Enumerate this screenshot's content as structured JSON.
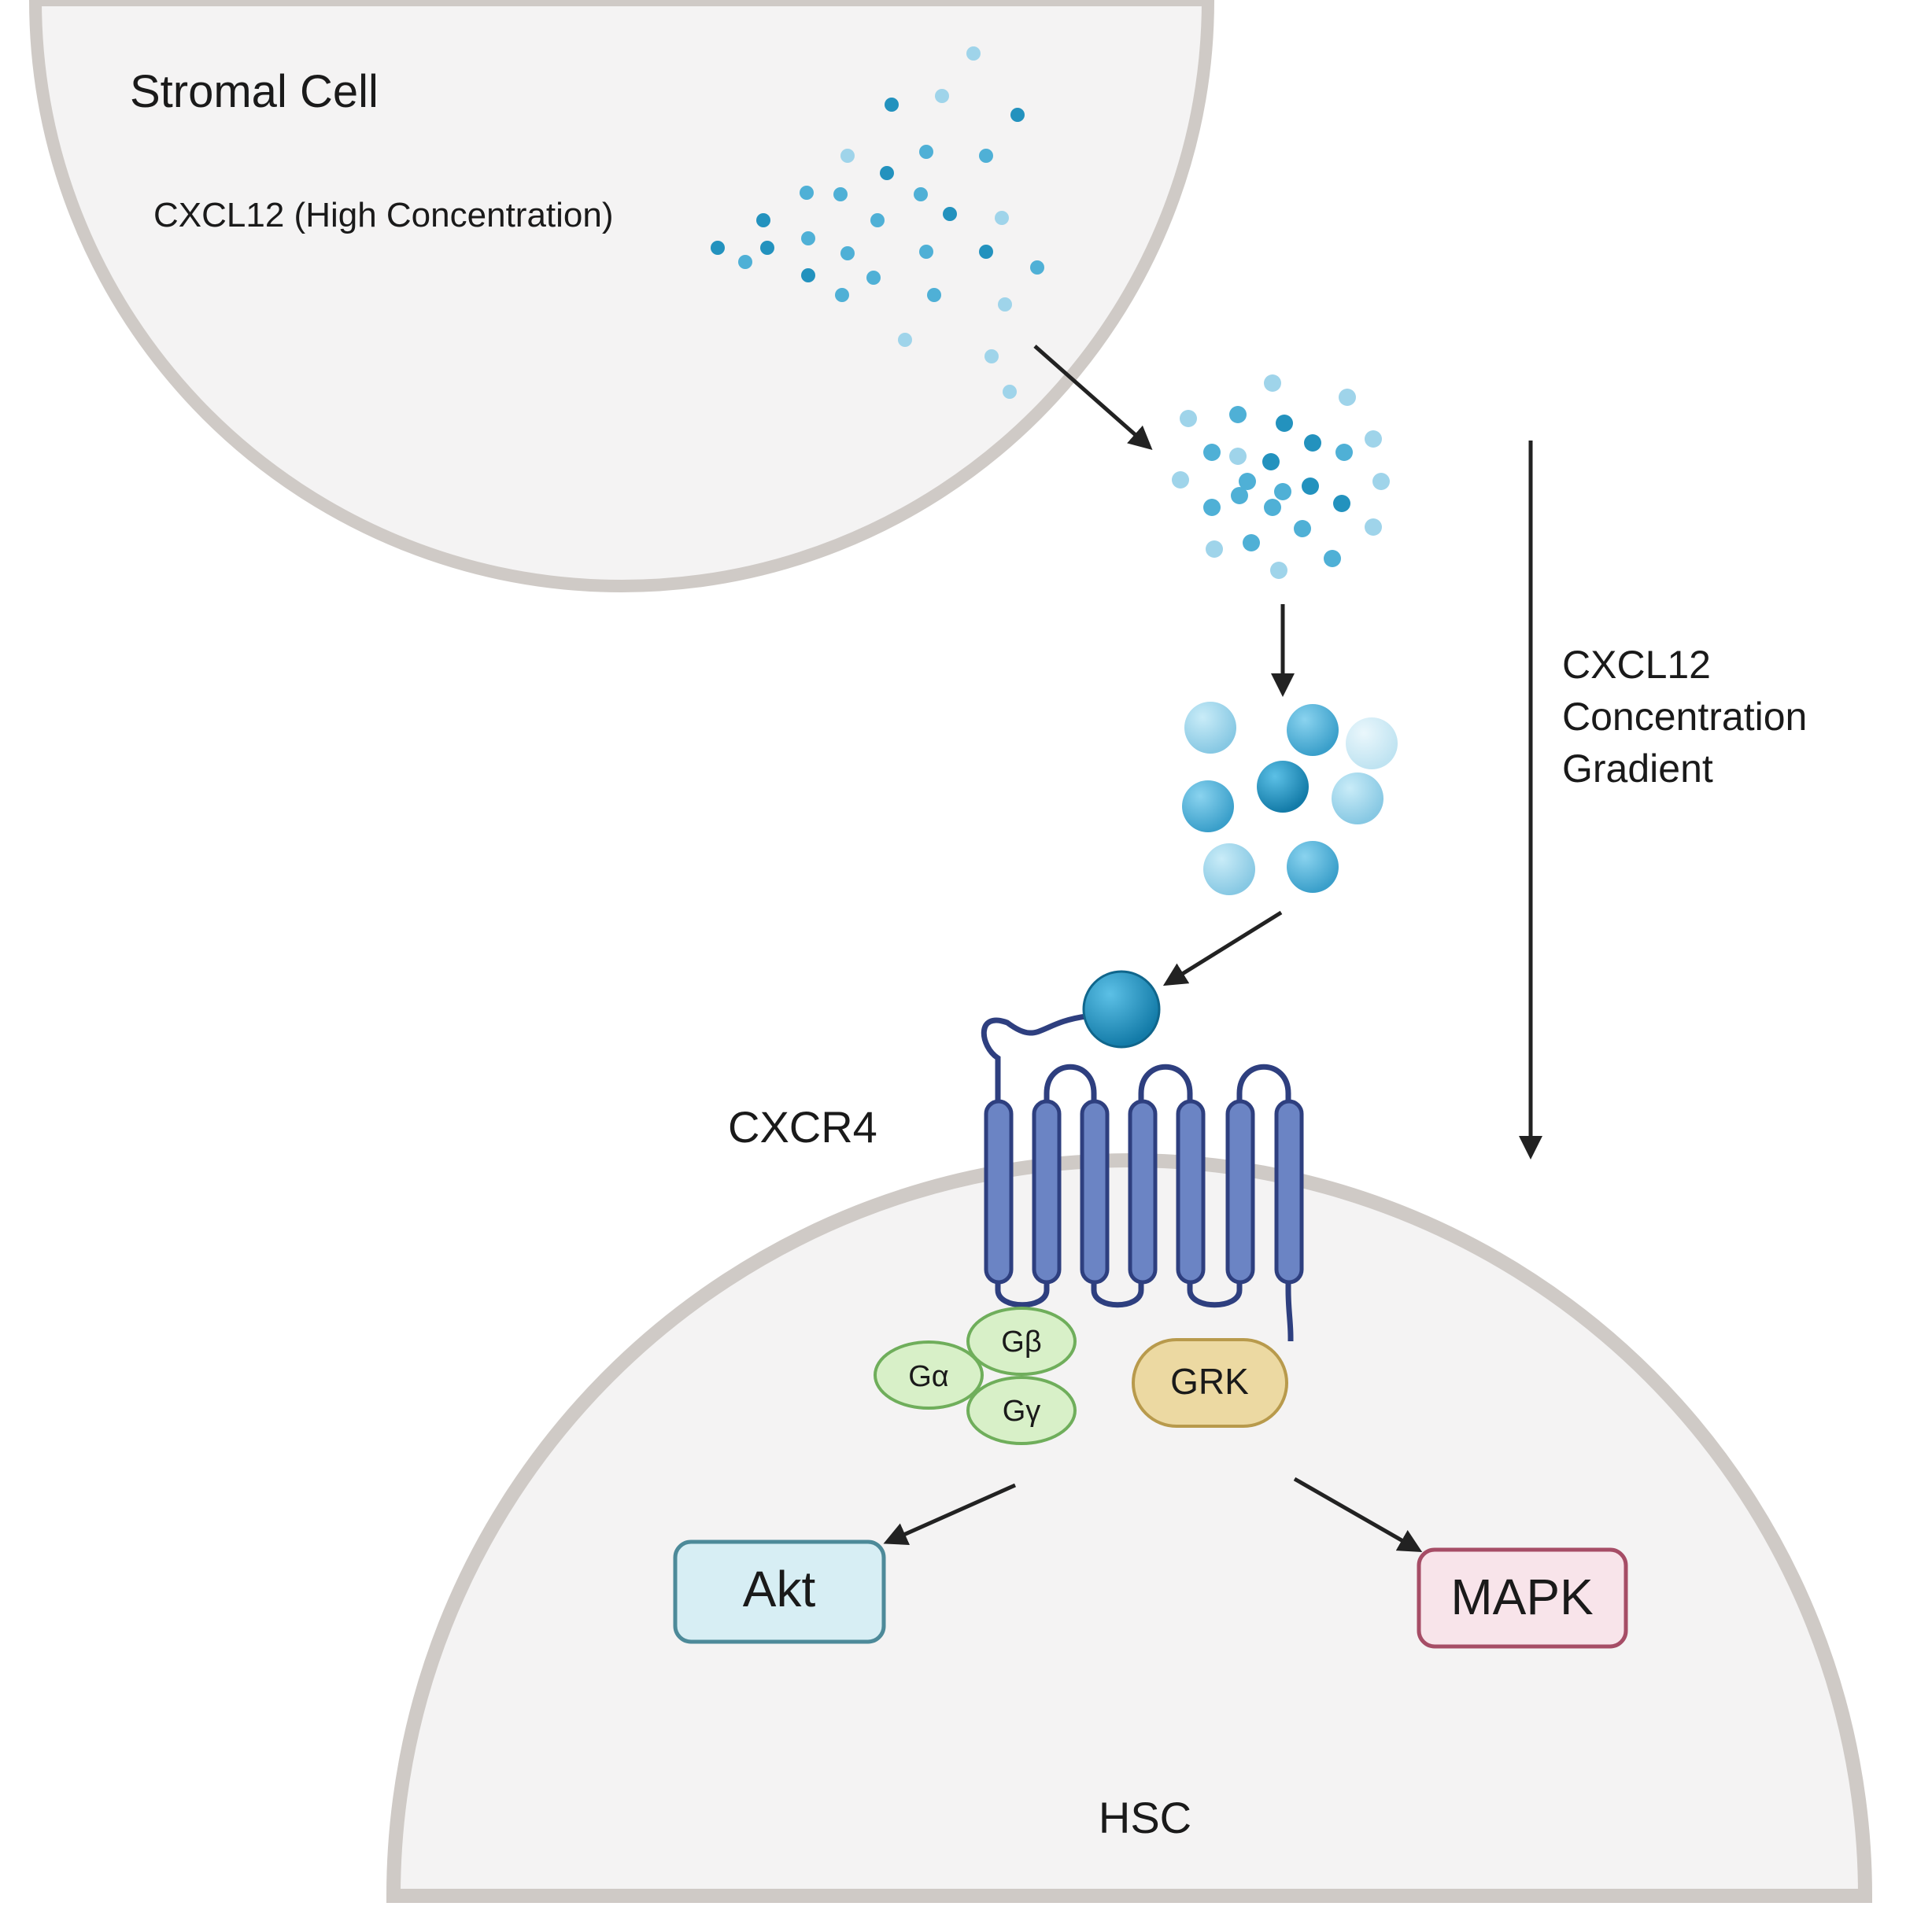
{
  "labels": {
    "stromal_cell": "Stromal Cell",
    "cxcl12_high": "CXCL12 (High Concentration)",
    "gradient_line1": "CXCL12",
    "gradient_line2": "Concentration",
    "gradient_line3": "Gradient",
    "receptor": "CXCR4",
    "g_alpha": "Gα",
    "g_beta": "Gβ",
    "g_gamma": "Gγ",
    "grk": "GRK",
    "akt": "Akt",
    "mapk": "MAPK",
    "hsc": "HSC"
  },
  "colors": {
    "membrane": "#cfcac6",
    "cytoplasm": "#f4f3f3",
    "chemokine_dark": "#2392be",
    "chemokine_mid": "#4fb0d6",
    "chemokine_light": "#9fd4ea",
    "receptor_fill": "#6b84c4",
    "receptor_stroke": "#2e3f7f",
    "g_protein_fill": "#d8f0c8",
    "g_protein_stroke": "#6fae5b",
    "grk_fill": "#ecd9a2",
    "grk_stroke": "#b89a4c",
    "akt_fill": "#d7eef4",
    "akt_stroke": "#4d8a99",
    "mapk_fill": "#f8e4ea",
    "mapk_stroke": "#a64d66",
    "arrow": "#222222"
  }
}
